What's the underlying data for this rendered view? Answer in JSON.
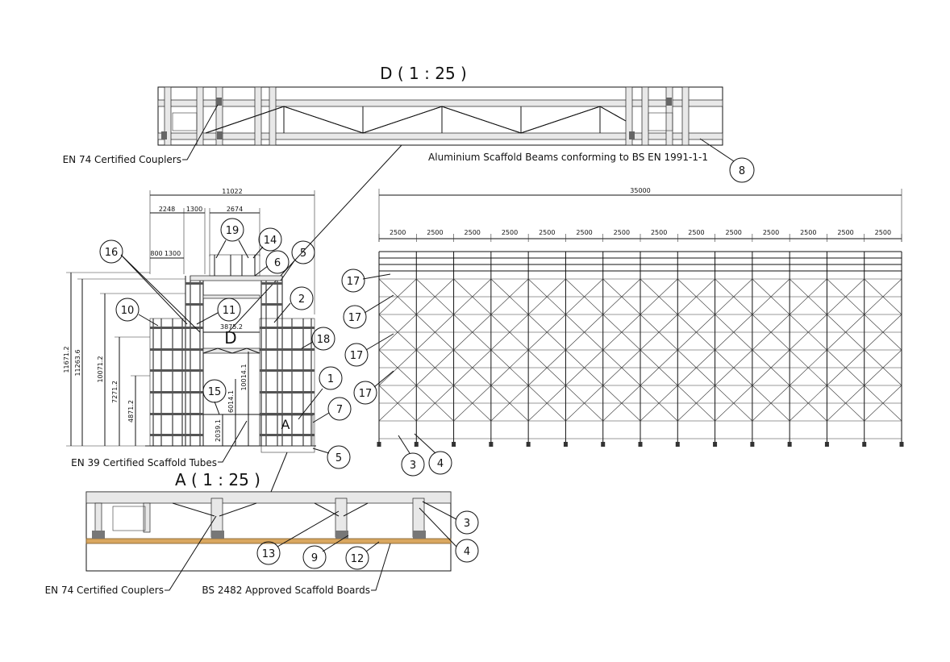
{
  "titles": {
    "detail_d": "D ( 1 : 25 )",
    "detail_a": "A ( 1 : 25 )",
    "marker_d": "D",
    "marker_a": "A"
  },
  "notes": {
    "couplers_top": "EN 74 Certified Couplers",
    "beams": "Aluminium Scaffold Beams conforming to BS EN 1991-1-1",
    "tubes": "EN 39 Certified Scaffold Tubes",
    "couplers_bottom": "EN 74 Certified Couplers",
    "boards": "BS 2482 Approved Scaffold Boards"
  },
  "front_dims": {
    "overall": "11022",
    "d2248": "2248",
    "d1300a": "1300",
    "d2674": "2674",
    "d800": "800",
    "d1300b": "1300",
    "span": "3875.2",
    "v1": "11671.2",
    "v2": "11263.6",
    "v3": "10071.2",
    "v4": "7271.2",
    "v5": "4871.2",
    "v6": "10014.1",
    "v7": "6014.1",
    "v8": "2039.1"
  },
  "side_dims": {
    "overall": "35000",
    "bays": [
      "2500",
      "2500",
      "2500",
      "2500",
      "2500",
      "2500",
      "2500",
      "2500",
      "2500",
      "2500",
      "2500",
      "2500",
      "2500",
      "2500"
    ]
  },
  "callouts": {
    "b8": "8",
    "b16": "16",
    "b19": "19",
    "b14": "14",
    "b5a": "5",
    "b6": "6",
    "b10": "10",
    "b11": "11",
    "b2": "2",
    "b18": "18",
    "b1": "1",
    "b15": "15",
    "b7": "7",
    "b5b": "5",
    "b17a": "17",
    "b17b": "17",
    "b17c": "17",
    "b17d": "17",
    "b3a": "3",
    "b4a": "4",
    "b3b": "3",
    "b4b": "4",
    "b13": "13",
    "b9": "9",
    "b12": "12"
  }
}
